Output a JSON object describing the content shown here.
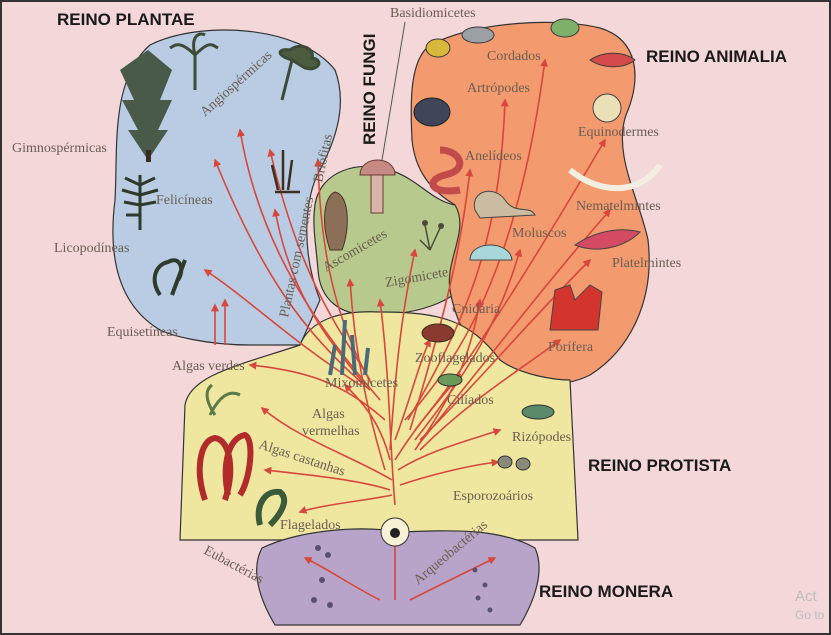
{
  "kingdoms": {
    "plantae": "REINO PLANTAE",
    "fungi": "REINO FUNGI",
    "animalia": "REINO ANIMALIA",
    "protista": "REINO PROTISTA",
    "monera": "REINO MONERA"
  },
  "labels": {
    "basidiomicetes": "Basidiomicetes",
    "cordados": "Cordados",
    "artropodes": "Artrópodes",
    "equinodermes": "Equinodermes",
    "anelideos": "Anelídeos",
    "nematelmintes": "Nematelmintes",
    "moluscos": "Moluscos",
    "platelmintes": "Platelmintes",
    "cnidaria": "Cnidária",
    "porifera": "Porífera",
    "angiospermicas": "Angiospérmicas",
    "gimnospermicas": "Gimnospérmicas",
    "felicineas": "Felicíneas",
    "briofitas": "Briófitas",
    "plantas_sementes": "Plantas com sementes",
    "licopodineas": "Licopodíneas",
    "equisetineas": "Equisetíneas",
    "algas_verdes": "Algas verdes",
    "ascomicetes": "Ascomicetes",
    "zigomicete": "Zigomicete",
    "zooflagelados": "Zooflagelados",
    "mixomicetes": "Mixomicetes",
    "ciliados": "Ciliados",
    "algas_vermelhas_1": "Algas",
    "algas_vermelhas_2": "vermelhas",
    "algas_castanhas": "Algas castanhas",
    "rizopodes": "Rizópodes",
    "esporozoarios": "Esporozoários",
    "flagelados": "Flagelados",
    "eubacterias": "Eubactérias",
    "arqueobacterias": "Arqueobactérias"
  },
  "overlay": {
    "line1": "Act",
    "line2": "Go to"
  },
  "colors": {
    "background": "#f3d7d9",
    "plantae": "#b9cce3",
    "fungi": "#b7c98c",
    "animalia": "#f39a6e",
    "protista": "#efe7a0",
    "monera": "#b9a4c9",
    "arrow": "#d7473b"
  }
}
